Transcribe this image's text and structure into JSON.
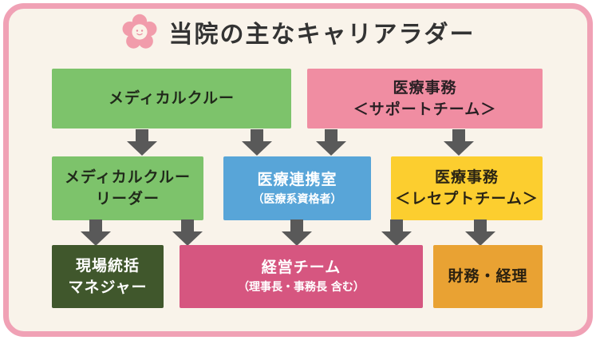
{
  "page": {
    "title": "当院の主なキャリアラダー"
  },
  "colors": {
    "frame_border": "#f0a1b5",
    "background": "#f9f3ea",
    "light_green": "#7dc36b",
    "salmon_pink": "#f08da2",
    "blue": "#58a5d8",
    "yellow": "#fcce2f",
    "dark_green": "#40572c",
    "magenta": "#d65680",
    "orange": "#e9a233",
    "arrow_gray": "#595959"
  },
  "icons": {
    "flower": "flower-icon"
  },
  "nodes": {
    "medical_crew": {
      "line1": "メディカルクルー"
    },
    "medical_office_support": {
      "line1": "医療事務",
      "line2": "＜サポートチーム＞"
    },
    "medical_crew_leader": {
      "line1": "メディカルクルー",
      "line2": "リーダー"
    },
    "medical_cooperation_office": {
      "line1": "医療連携室",
      "line2": "（医療系資格者）"
    },
    "medical_office_receipt": {
      "line1": "医療事務",
      "line2": "＜レセプトチーム＞"
    },
    "site_manager": {
      "line1": "現場統括",
      "line2": "マネジャー"
    },
    "management_team": {
      "line1": "経営チーム",
      "line2": "（理事長・事務長 含む）"
    },
    "finance_accounting": {
      "line1": "財務・経理"
    }
  }
}
